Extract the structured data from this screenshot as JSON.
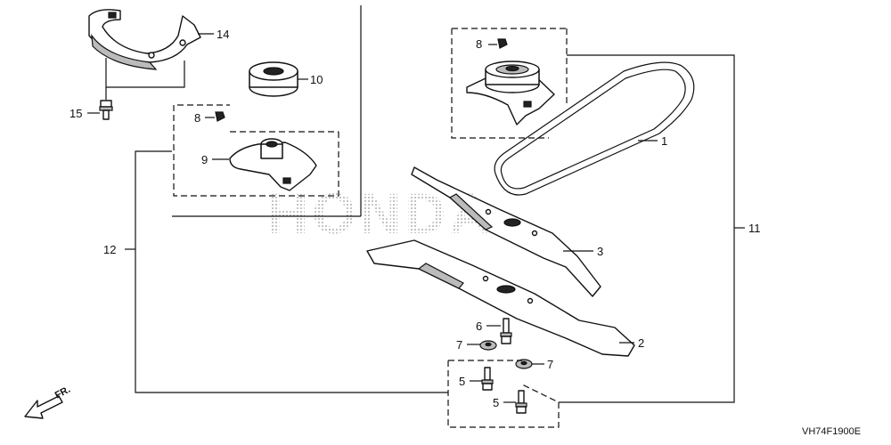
{
  "watermark": "HONDA",
  "reference_code": "VH74F1900E",
  "direction_label": "FR.",
  "callouts": {
    "c1": "1",
    "c2": "2",
    "c3": "3",
    "c5a": "5",
    "c5b": "5",
    "c6": "6",
    "c7a": "7",
    "c7b": "7",
    "c8a": "8",
    "c8b": "8",
    "c9": "9",
    "c10": "10",
    "c11": "11",
    "c12": "12",
    "c14": "14",
    "c15": "15"
  }
}
